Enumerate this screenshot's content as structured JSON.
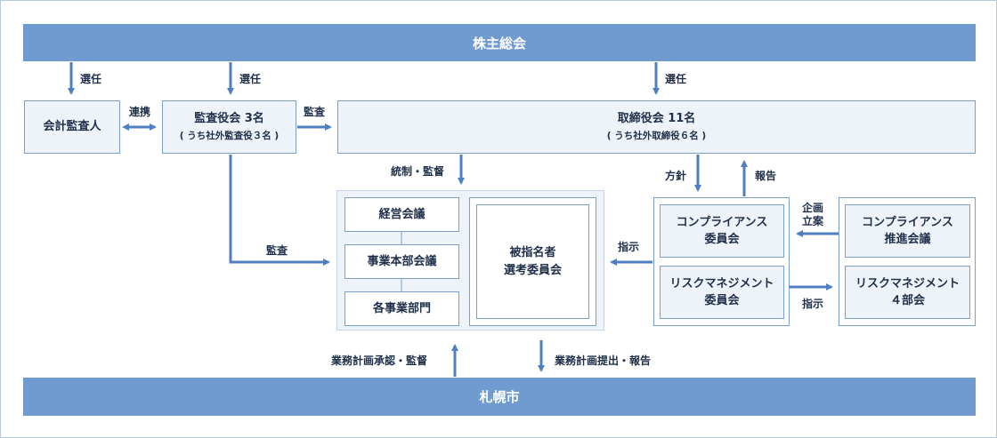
{
  "nodes": {
    "shareholders": "株主総会",
    "city": "札幌市",
    "auditor": "会計監査人",
    "audit_board": {
      "title": "監査役会 3名",
      "sub": "( うち社外監査役３名 )"
    },
    "board": {
      "title": "取締役会 11名",
      "sub": "( うち社外取締役６名 )"
    },
    "management_meeting": "経営会議",
    "business_division_meeting": "事業本部会議",
    "business_departments": "各事業部門",
    "nomination_committee": {
      "line1": "被指名者",
      "line2": "選考委員会"
    },
    "compliance_committee": {
      "line1": "コンプライアンス",
      "line2": "委員会"
    },
    "risk_committee": {
      "line1": "リスクマネジメント",
      "line2": "委員会"
    },
    "compliance_promotion": {
      "line1": "コンプライアンス",
      "line2": "推進会議"
    },
    "risk_4_divisions": {
      "line1": "リスクマネジメント",
      "line2": "４部会"
    }
  },
  "labels": {
    "elect_1": "選任",
    "elect_2": "選任",
    "elect_3": "選任",
    "cooperation": "連携",
    "audit_1": "監査",
    "audit_2": "監査",
    "control_supervise": "統制・監督",
    "policy": "方針",
    "report": "報告",
    "instruct_1": "指示",
    "instruct_2": "指示",
    "plan_propose_1": "企画",
    "plan_propose_2": "立案",
    "plan_approval": "業務計画承認・監督",
    "plan_submit": "業務計画提出・報告"
  },
  "colors": {
    "bar": "#6f9bd0",
    "arrow": "#4f7fc0",
    "box_fill": "#eef3f9",
    "box_border": "#7a9fcc",
    "text": "#1f2f4a"
  }
}
